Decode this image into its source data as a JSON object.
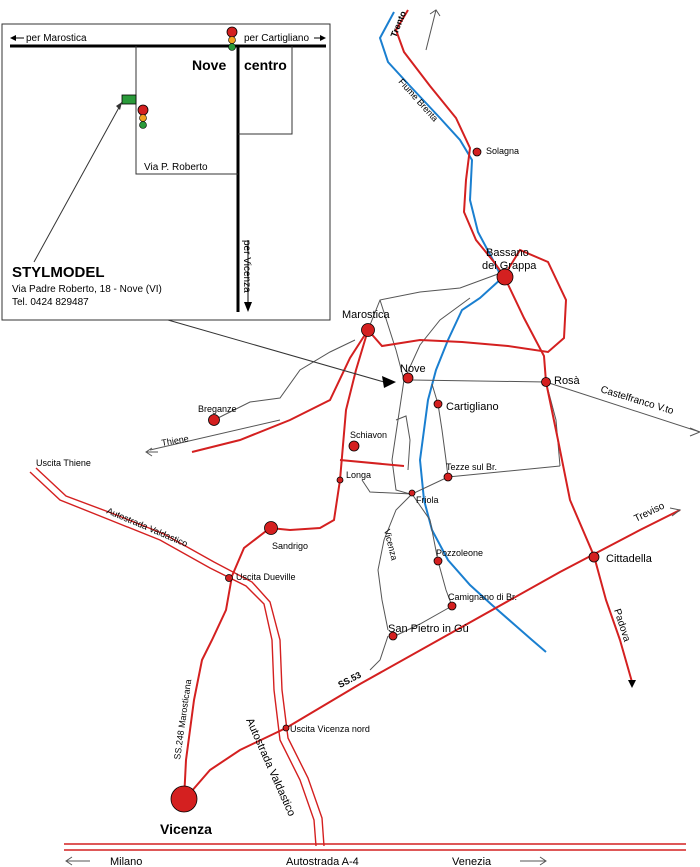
{
  "colors": {
    "road": "#d42020",
    "river": "#1a7fd0",
    "minor_road": "#555555",
    "town_fill": "#d42020",
    "shop_green": "#2a9a3a",
    "light_orange": "#f0a020"
  },
  "inset": {
    "per_marostica": "per Marostica",
    "per_cartigliano": "per Cartigliano",
    "nove_centro_1": "Nove",
    "nove_centro_2": "centro",
    "via_roberto": "Via P. Roberto",
    "per_vicenza": "per Vicenza",
    "brand": "STYLMODEL",
    "address": "Via Padre Roberto, 18 - Nove (VI)",
    "phone": "Tel. 0424 829487"
  },
  "places": {
    "trento": "Trento",
    "fiume_brenta": "Fiume Brenta",
    "solagna": "Solagna",
    "bassano_1": "Bassano",
    "bassano_2": "del Grappa",
    "marostica": "Marostica",
    "nove": "Nove",
    "rosa": "Rosà",
    "castelfranco": "Castelfranco V.to",
    "cartigliano": "Cartigliano",
    "breganze": "Breganze",
    "thiene": "Thiene",
    "schiavon": "Schiavon",
    "uscita_thiene": "Uscita Thiene",
    "longa": "Longa",
    "tezze": "Tezze sul Br.",
    "friola": "Friola",
    "autostrada_valdastico_1": "Autostrada Valdastico",
    "sandrigo": "Sandrigo",
    "treviso": "Treviso",
    "cittadella": "Cittadella",
    "uscita_dueville": "Uscita Dueville",
    "vicenza_road": "Vicenza",
    "pozzoleone": "Pozzoleone",
    "camignano": "Camignano di Br.",
    "padova": "Padova",
    "san_pietro": "San Pietro in Gù",
    "ss248": "SS.248 Marosticana",
    "ss53": "SS.53",
    "uscita_vicenza_nord": "Uscita Vicenza nord",
    "autostrada_valdastico_2": "Autostrada Valdastico",
    "vicenza": "Vicenza",
    "milano": "Milano",
    "autostrada_a4": "Autostrada A-4",
    "venezia": "Venezia"
  }
}
